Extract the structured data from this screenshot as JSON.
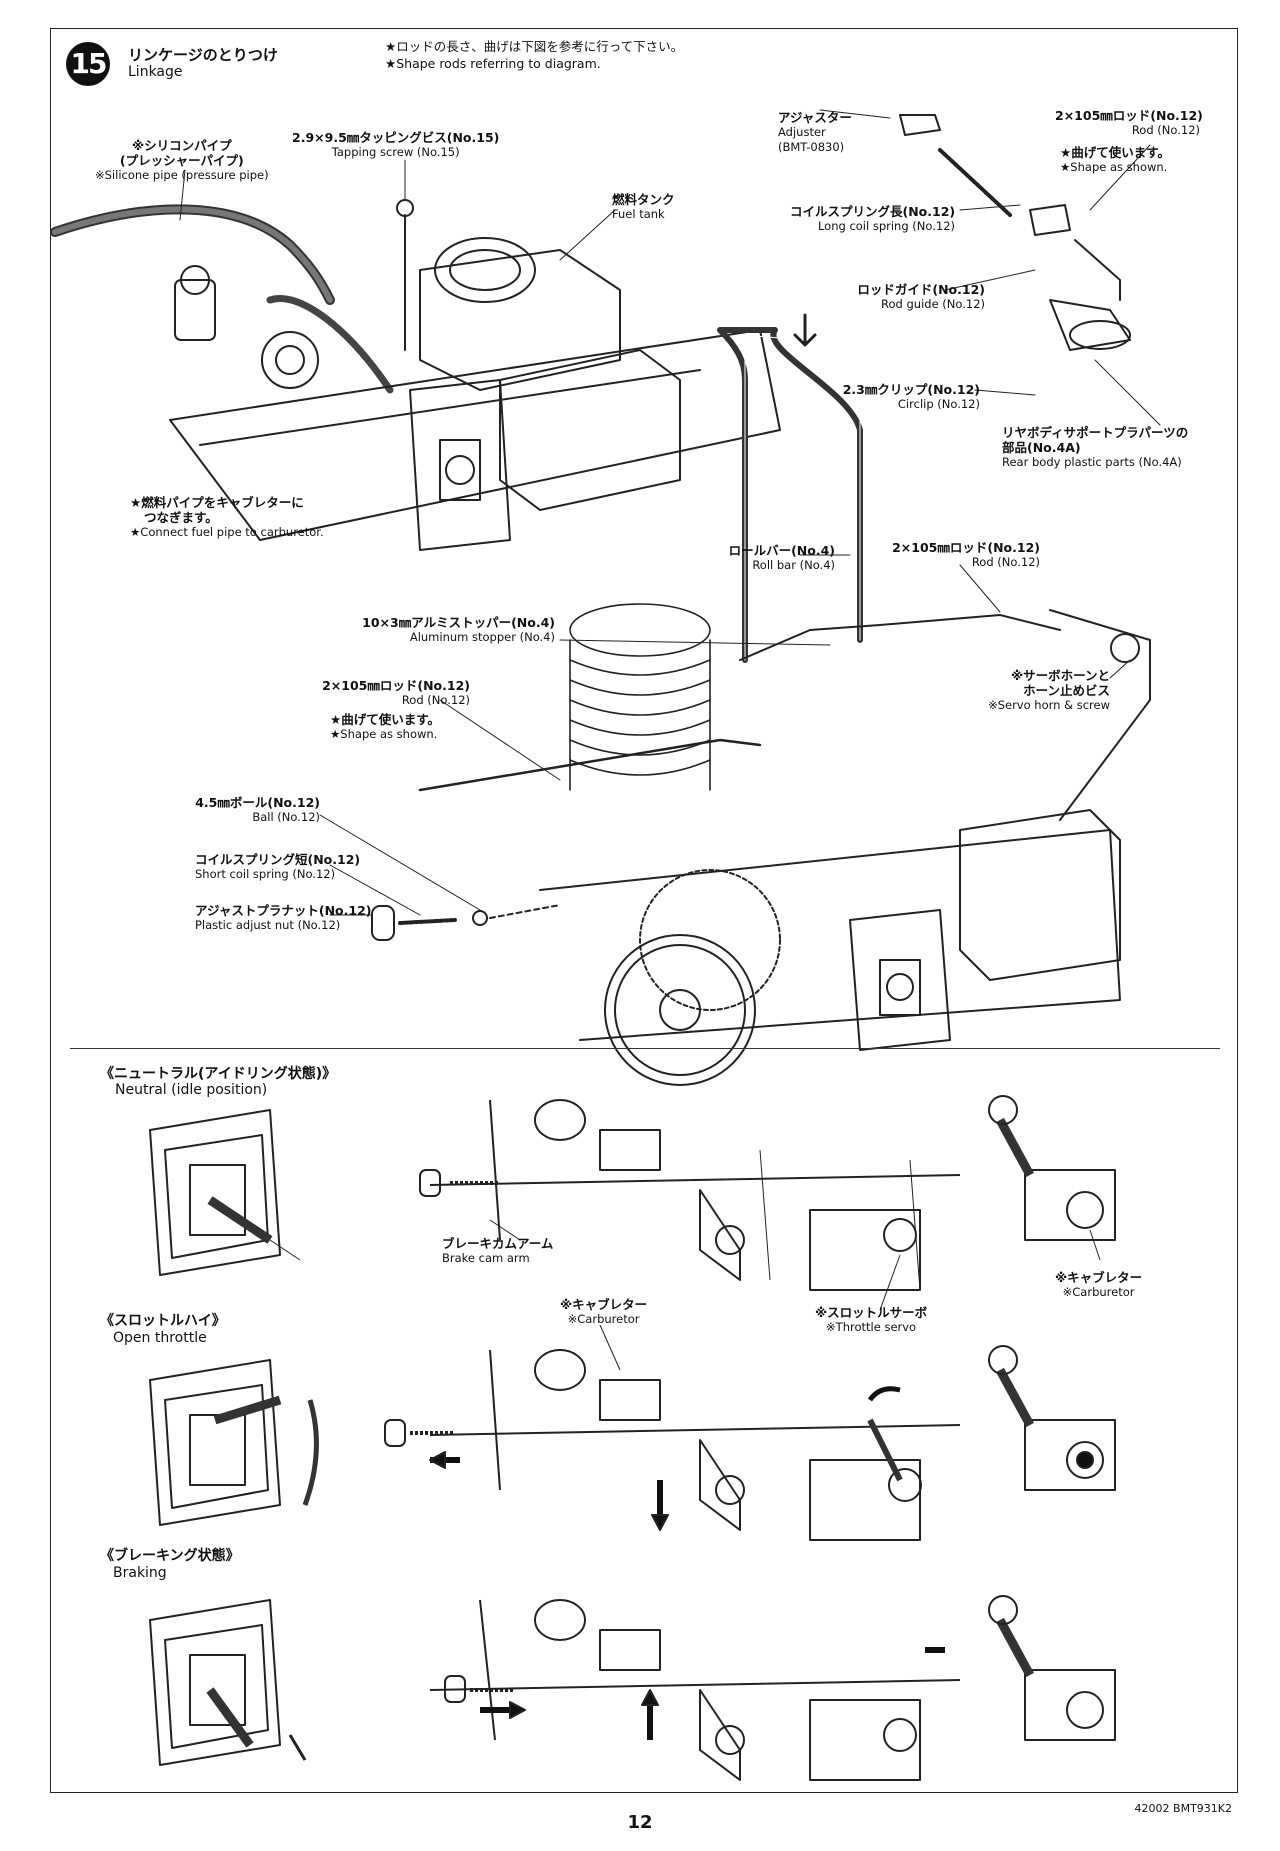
{
  "step": {
    "number": "15",
    "title_jp": "リンケージのとりつけ",
    "title_en": "Linkage"
  },
  "note": {
    "jp": "★ロッドの長さ、曲げは下図を参考に行って下さい。",
    "en": "★Shape rods referring to diagram."
  },
  "labels": {
    "silicone_jp": "※シリコンパイプ",
    "silicone_jp2": "(プレッシャーパイプ)",
    "silicone_en": "※Silicone pipe (pressure pipe)",
    "tapping_jp": "2.9×9.5㎜タッピングビス(No.15)",
    "tapping_en": "Tapping screw (No.15)",
    "fuel_tank_jp": "燃料タンク",
    "fuel_tank_en": "Fuel tank",
    "connect_jp": "★燃料パイプをキャブレターに",
    "connect_jp2": "つなぎます。",
    "connect_en": "★Connect fuel pipe to carburetor.",
    "adjuster_jp": "アジャスター",
    "adjuster_en": "Adjuster",
    "adjuster_code": "(BMT-0830)",
    "rod_top_jp": "2×105㎜ロッド(No.12)",
    "rod_top_en": "Rod (No.12)",
    "shape_top_jp": "★曲げて使います。",
    "shape_top_en": "★Shape as shown.",
    "long_spring_jp": "コイルスプリング長(No.12)",
    "long_spring_en": "Long coil spring (No.12)",
    "rod_guide_jp": "ロッドガイド(No.12)",
    "rod_guide_en": "Rod guide (No.12)",
    "circlip_jp": "2.3㎜クリップ(No.12)",
    "circlip_en": "Circlip (No.12)",
    "rear_body_jp": "リヤボディサポートプラパーツの",
    "rear_body_jp2": "部品(No.4A)",
    "rear_body_en": "Rear body plastic parts (No.4A)",
    "roll_bar_jp": "ロールバー(No.4)",
    "roll_bar_en": "Roll bar (No.4)",
    "rod_mid_jp": "2×105㎜ロッド(No.12)",
    "rod_mid_en": "Rod (No.12)",
    "stopper_jp": "10×3㎜アルミストッパー(No.4)",
    "stopper_en": "Aluminum stopper (No.4)",
    "servo_horn_jp": "※サーボホーンと",
    "servo_horn_jp2": "ホーン止めビス",
    "servo_horn_en": "※Servo horn & screw",
    "rod_left_jp": "2×105㎜ロッド(No.12)",
    "rod_left_en": "Rod (No.12)",
    "shape_left_jp": "★曲げて使います。",
    "shape_left_en": "★Shape as shown.",
    "ball_jp": "4.5㎜ボール(No.12)",
    "ball_en": "Ball (No.12)",
    "short_spring_jp": "コイルスプリング短(No.12)",
    "short_spring_en": "Short coil spring (No.12)",
    "adjust_nut_jp": "アジャストプラナット(No.12)",
    "adjust_nut_en": "Plastic adjust nut (No.12)"
  },
  "states": {
    "neutral_jp": "《ニュートラル(アイドリング状態)》",
    "neutral_en": "Neutral (idle position)",
    "open_jp": "《スロットルハイ》",
    "open_en": "Open throttle",
    "braking_jp": "《ブレーキング状態》",
    "braking_en": "Braking"
  },
  "lower_labels": {
    "brake_cam_jp": "ブレーキカムアーム",
    "brake_cam_en": "Brake cam arm",
    "carb_mid_jp": "※キャブレター",
    "carb_mid_en": "※Carburetor",
    "servo_jp": "※スロットルサーボ",
    "servo_en": "※Throttle servo",
    "carb_right_jp": "※キャブレター",
    "carb_right_en": "※Carburetor"
  },
  "footer": {
    "page_number": "12",
    "code": "42002 BMT931K2"
  }
}
